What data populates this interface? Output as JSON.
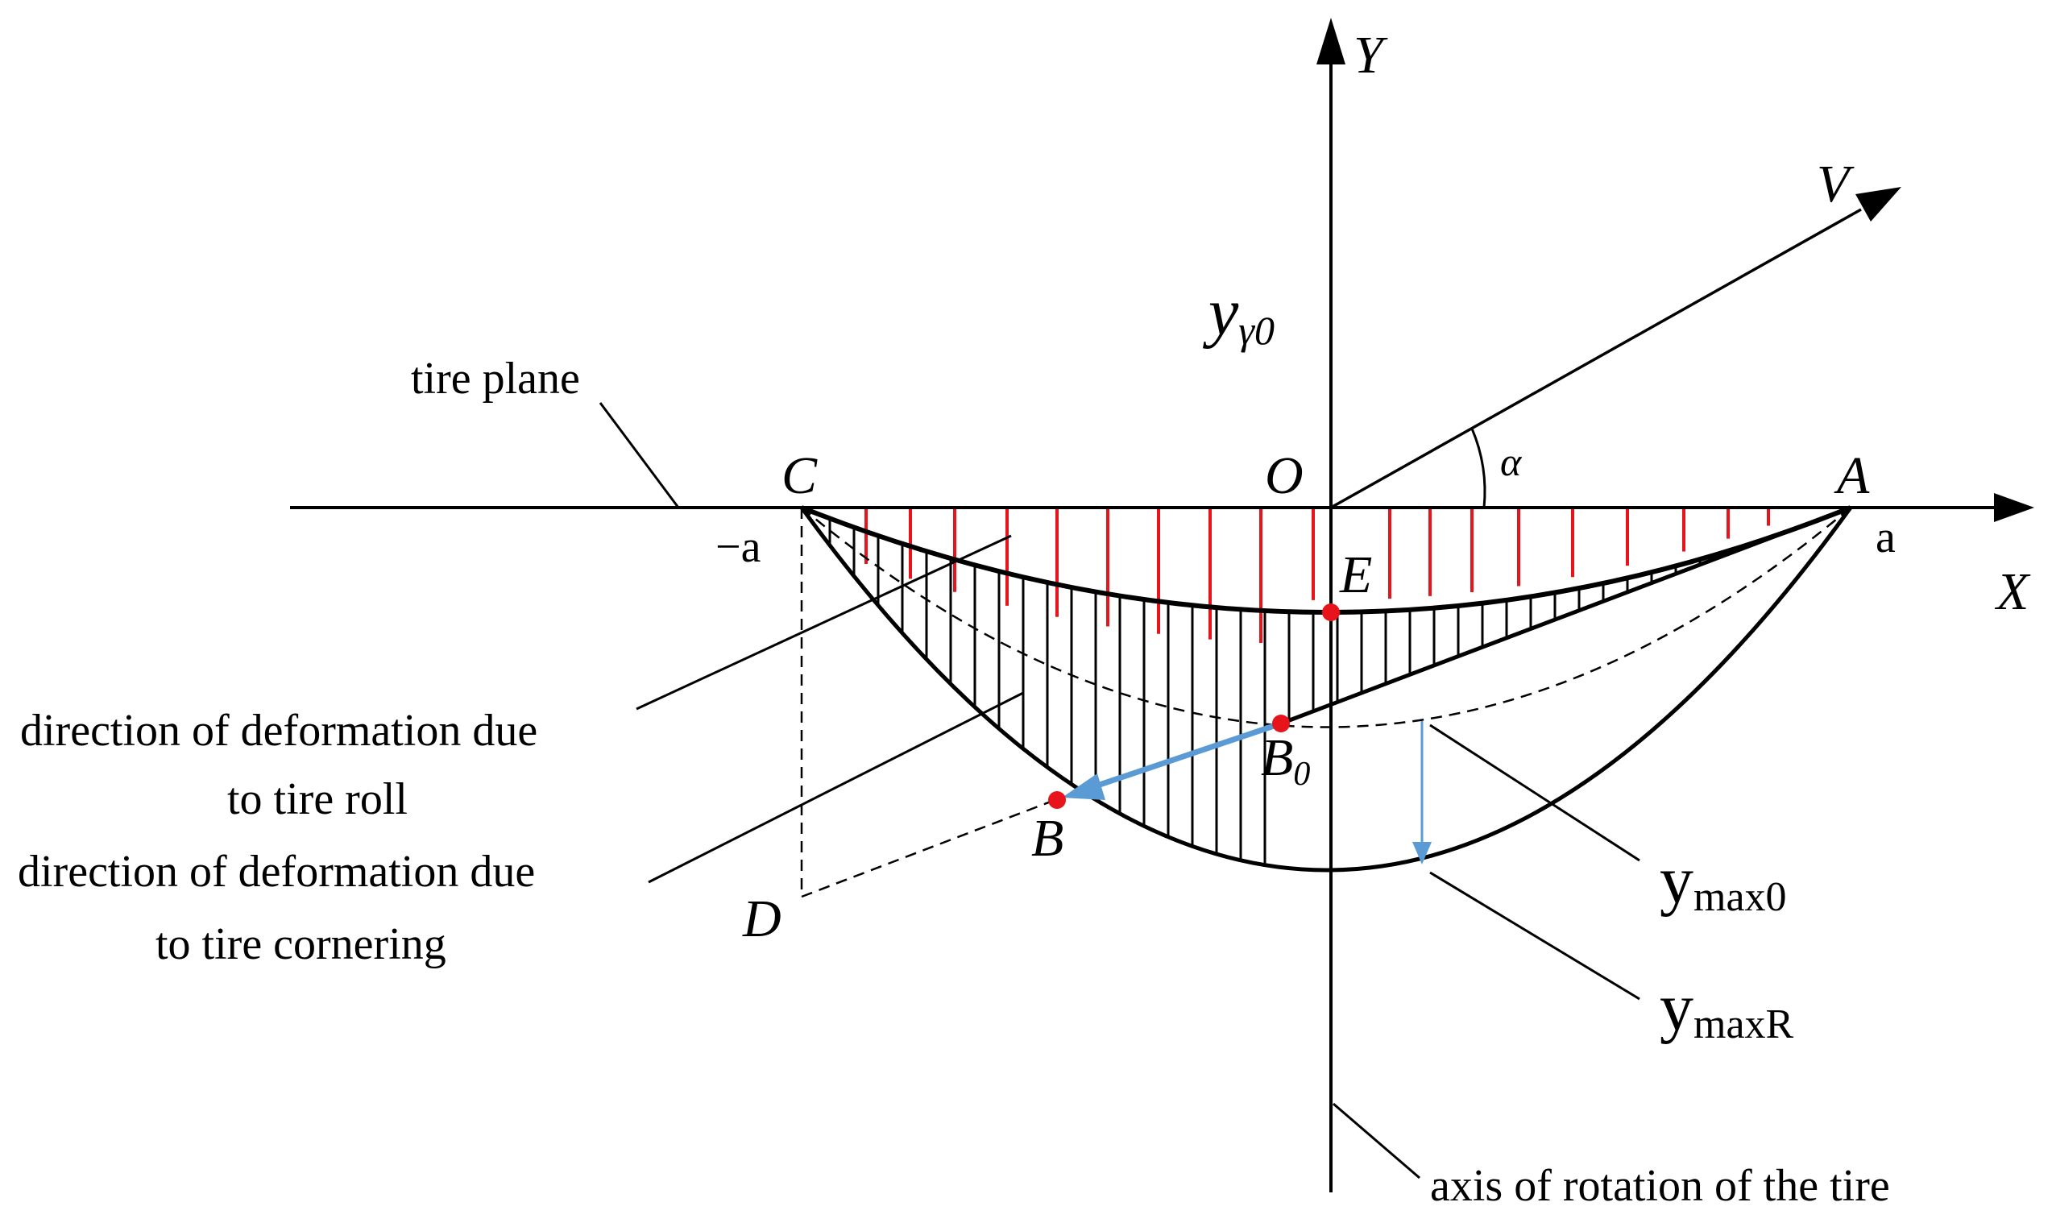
{
  "axes": {
    "x_label": "X",
    "y_label": "Y",
    "origin_label": "O",
    "v_label": "V",
    "angle_label": "α",
    "neg_a_label": "−a",
    "pos_a_label": "a",
    "y_gamma0_main": "y",
    "y_gamma0_sub": "γ0"
  },
  "points": {
    "A": "A",
    "C": "C",
    "D": "D",
    "E": "E",
    "B": "B",
    "B0_main": "B",
    "B0_sub": "0"
  },
  "labels": {
    "tire_plane": "tire plane",
    "roll_line1": "direction of deformation due",
    "roll_line2": "to tire roll",
    "cornering_line1": "direction of deformation due",
    "cornering_line2": "to tire cornering",
    "ymax0_main": "y",
    "ymax0_sub": "max0",
    "ymaxR_main": "y",
    "ymaxR_sub": "maxR",
    "rotation_axis": "axis of rotation of the tire"
  },
  "colors": {
    "roll_hatch": "#e8141b",
    "cornering_hatch": "#000000",
    "arrow_blue": "#5b9bd5",
    "point_red": "#e8141b"
  }
}
